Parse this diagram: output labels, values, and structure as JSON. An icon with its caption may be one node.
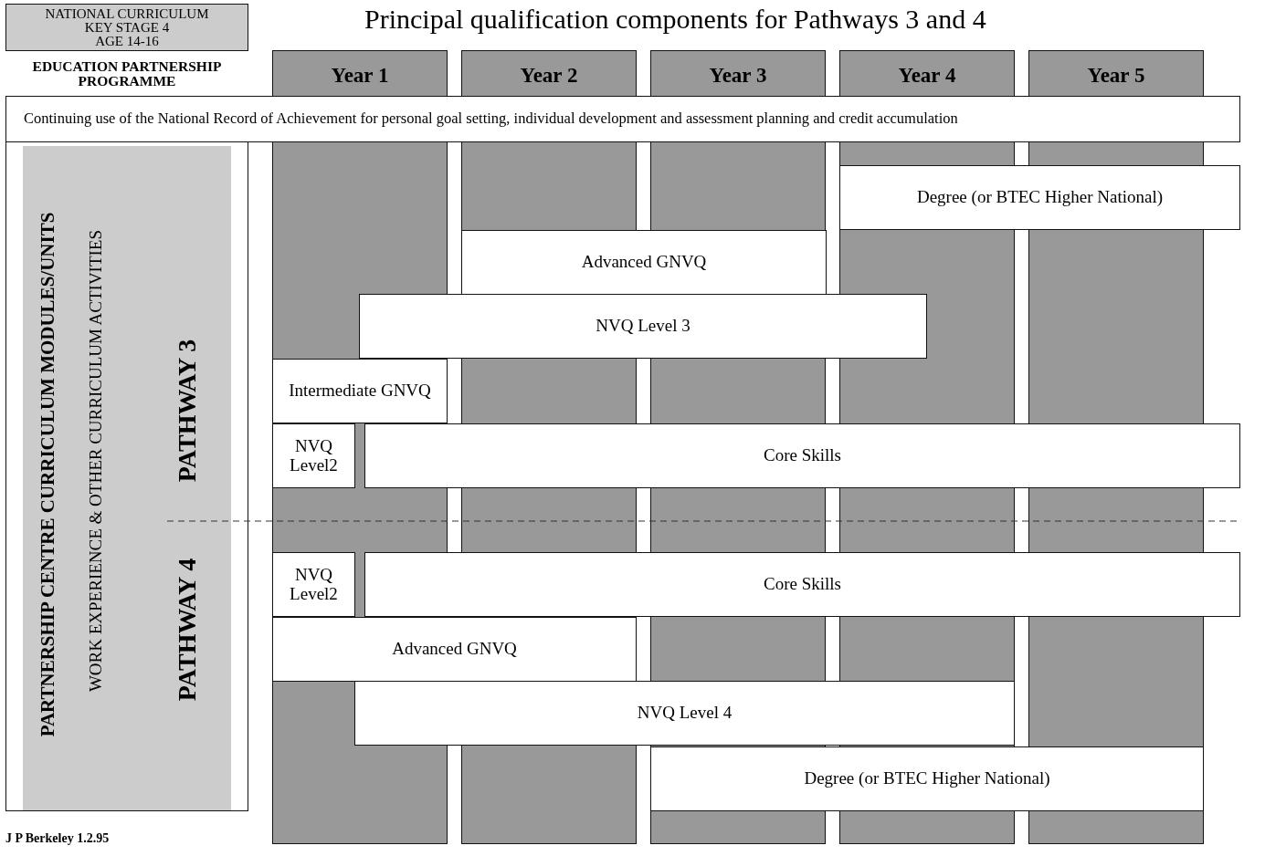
{
  "diagram": {
    "title": "Principal qualification components for Pathways 3 and 4",
    "nodes": [
      {
        "text": [
          "NATIONAL CURRICULUM",
          "KEY STAGE 4",
          "AGE 14-16"
        ]
      },
      {
        "text": [
          "Year 1"
        ]
      },
      {
        "text": [
          "Year 2"
        ]
      },
      {
        "text": [
          "Year 3"
        ]
      },
      {
        "text": [
          "Year 4"
        ]
      },
      {
        "text": [
          "Year 5"
        ]
      },
      {
        "text": [
          "Continuing use of the National Record of Achievement for personal goal setting, individual development and assessment planning and credit accumulation"
        ]
      },
      {
        "text": [
          "PARTNERSHIP CENTRE CURRICULUM MODULES/UNITS",
          "WORK EXPERIENCE & OTHER CURRICULUM ACTIVITIES",
          "PATHWAY 3",
          "PATHWAY 4"
        ]
      },
      {
        "text": [
          "Degree (or BTEC Higher National)"
        ]
      },
      {
        "text": [
          "Advanced GNVQ"
        ]
      },
      {
        "text": [
          "NVQ Level 3"
        ]
      },
      {
        "text": [
          "Intermediate GNVQ"
        ]
      },
      {
        "text": [
          "NVQ Level2"
        ]
      },
      {
        "text": [
          "Core Skills"
        ]
      },
      {
        "text": [
          "NVQ Level2"
        ]
      },
      {
        "text": [
          "Core Skills"
        ]
      },
      {
        "text": [
          "Advanced GNVQ"
        ]
      },
      {
        "text": [
          "NVQ Level 4"
        ]
      },
      {
        "text": [
          "Degree (or BTEC Higher National)"
        ]
      }
    ],
    "edges": [],
    "labels": [
      "EDUCATION PARTNERSHIP PROGRAMME",
      "J P Berkeley 1.2.95"
    ]
  }
}
